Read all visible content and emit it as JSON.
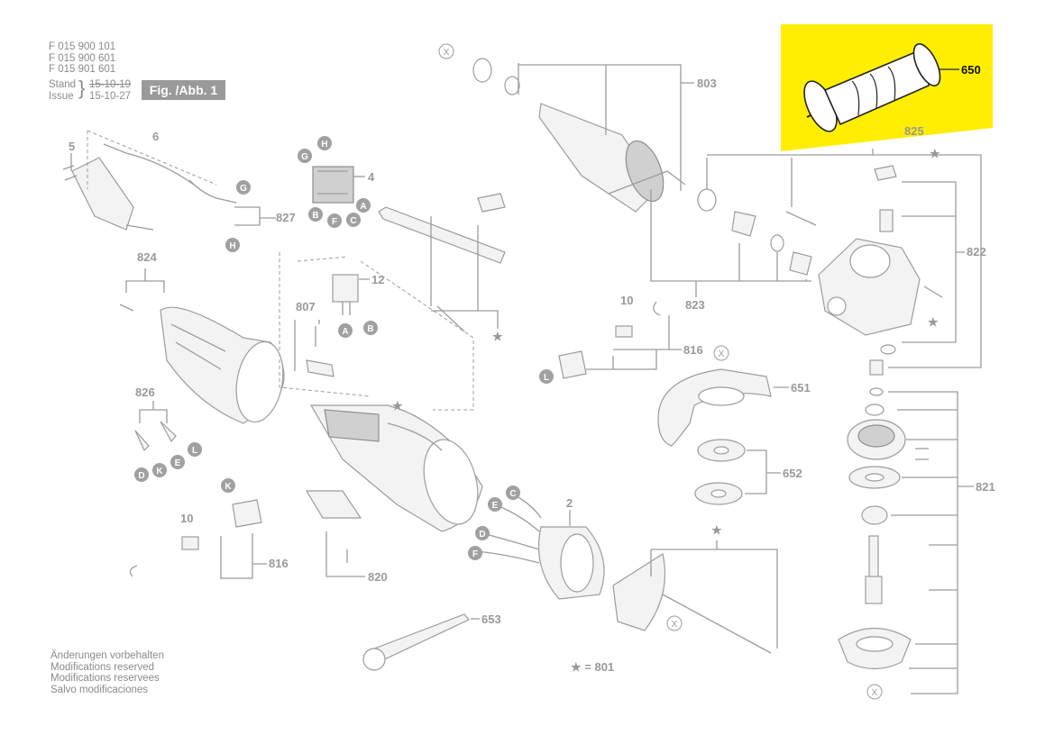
{
  "header": {
    "codes": [
      "F 015 900 101",
      "F 015 900 601",
      "F 015 901 601"
    ],
    "stand_label": "Stand",
    "issue_label": "Issue",
    "stand_value": "15-10-19",
    "issue_value": "15-10-27",
    "figure_label": "Fig. /Abb. 1"
  },
  "notes": [
    "Änderungen vorbehalten",
    "Modifications reserved",
    "Modifications reservees",
    "Salvo modificaciones"
  ],
  "legend": {
    "star_equals": "★ = 801"
  },
  "highlight": {
    "part": "650",
    "color": "#ffee00"
  },
  "part_numbers": {
    "p650": "650",
    "p825": "825",
    "p803": "803",
    "p5": "5",
    "p6": "6",
    "p4": "4",
    "p827": "827",
    "p824": "824",
    "p12": "12",
    "p807": "807",
    "p10a": "10",
    "p816a": "816",
    "p822": "822",
    "p823": "823",
    "p651": "651",
    "p652": "652",
    "p826": "826",
    "p2": "2",
    "p10b": "10",
    "p816b": "816",
    "p820": "820",
    "p653": "653",
    "p821": "821"
  },
  "callouts": {
    "G1": "G",
    "H1": "H",
    "A1": "A",
    "B1": "B",
    "C1": "C",
    "F1": "F",
    "G2": "G",
    "H2": "H",
    "A2": "A",
    "B2": "B",
    "L1": "L",
    "D1": "D",
    "K1": "K",
    "E1": "E",
    "L2": "L",
    "K2": "K",
    "C2": "C",
    "E2": "E",
    "D2": "D",
    "F2": "F"
  },
  "x_marks": {
    "x": "X"
  }
}
